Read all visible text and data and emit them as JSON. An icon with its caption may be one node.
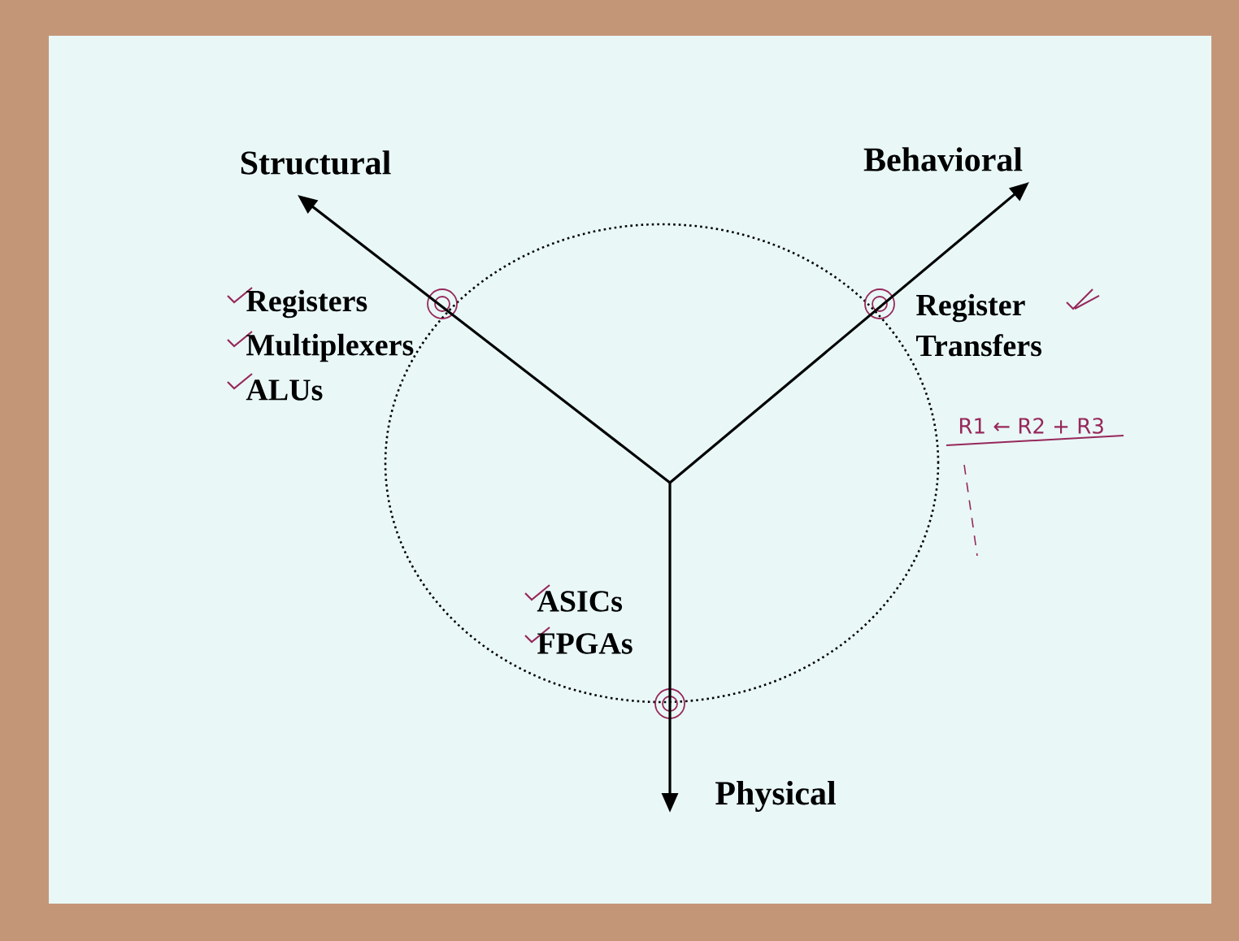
{
  "diagram": {
    "nodes": [
      {
        "text": [
          "Structural"
        ]
      },
      {
        "text": [
          "Behavioral"
        ]
      },
      {
        "text": [
          "Physical"
        ]
      }
    ],
    "edges": [
      {
        "from": null,
        "to": 0,
        "arrow": "to"
      },
      {
        "from": null,
        "to": 1,
        "arrow": "to"
      },
      {
        "from": null,
        "to": 2,
        "arrow": "to"
      }
    ],
    "labels": [
      "Registers",
      "Multiplexers",
      "ALUs",
      "Register Transfers",
      "ASICs",
      "FPGAs",
      "R1 ← R2 + R3"
    ]
  }
}
